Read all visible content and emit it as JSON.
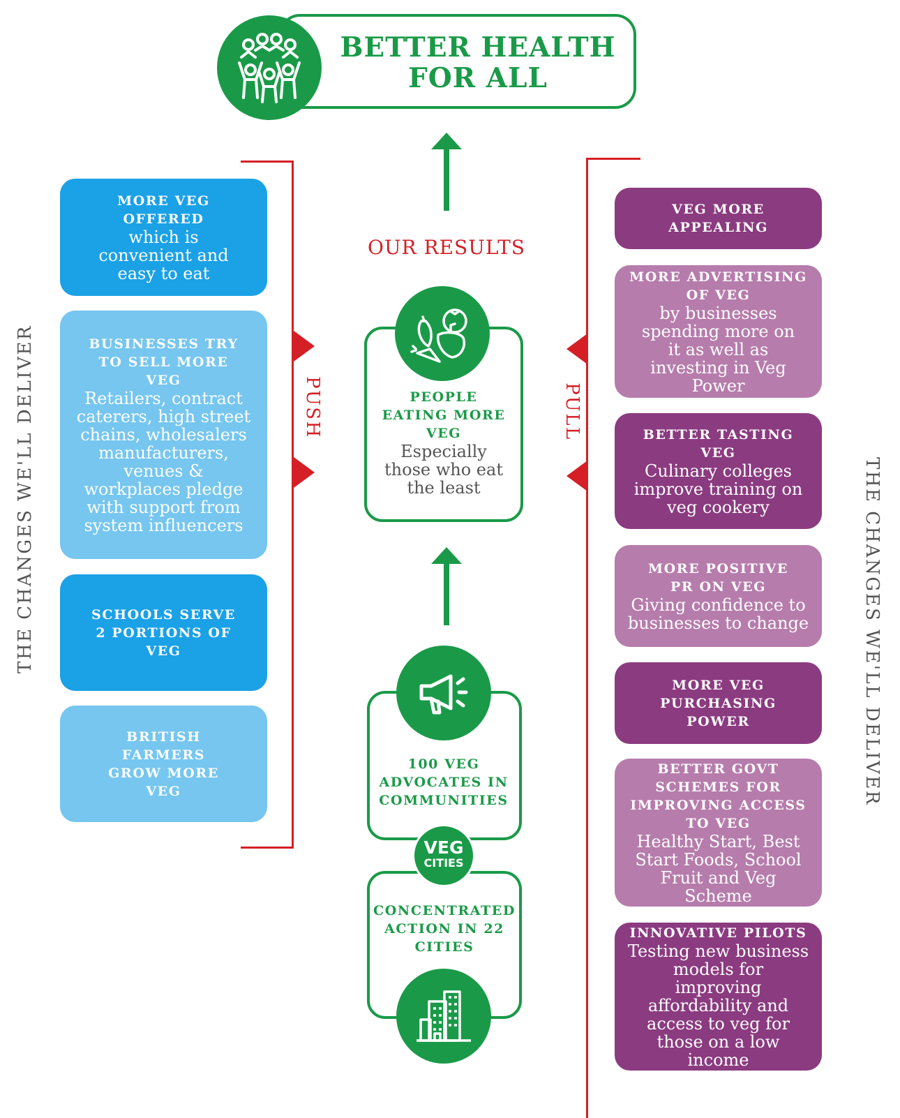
{
  "goal": {
    "line1": "BETTER HEALTH",
    "line2": "FOR ALL"
  },
  "our_results_label": "OUR RESULTS",
  "push_label": "PUSH",
  "pull_label": "PULL",
  "side_title_left": "THE CHANGES WE'LL DELIVER",
  "side_title_right": "THE CHANGES WE'LL DELIVER",
  "result": {
    "heading": "PEOPLE EATING MORE VEG",
    "body": "Especially those who eat the least"
  },
  "advocates": {
    "heading": "100 VEG ADVOCATES IN COMMUNITIES"
  },
  "veg_cities_badge": {
    "line1": "VEG",
    "line2": "CITIES"
  },
  "concentrated": {
    "heading": "CONCENTRATED ACTION IN 22 CITIES"
  },
  "left_boxes": [
    {
      "heading": "MORE VEG OFFERED",
      "body": "which is convenient and easy to eat",
      "color": "#1ba1e6"
    },
    {
      "heading": "BUSINESSES TRY TO SELL MORE VEG",
      "body": "Retailers, contract caterers, high street chains, wholesalers manufacturers, venues & workplaces pledge with support from system influencers",
      "color": "#76c6ef"
    },
    {
      "heading": "SCHOOLS SERVE 2 PORTIONS OF VEG",
      "body": "",
      "color": "#1ba1e6"
    },
    {
      "heading": "BRITISH FARMERS GROW MORE VEG",
      "body": "",
      "color": "#76c6ef"
    }
  ],
  "right_boxes": [
    {
      "heading": "VEG MORE APPEALING",
      "body": "",
      "color": "#8b3b80"
    },
    {
      "heading": "MORE ADVERTISING OF VEG",
      "body": "by businesses spending more on it as well as investing in Veg Power",
      "color": "#b67cac"
    },
    {
      "heading": "BETTER TASTING VEG",
      "body": "Culinary colleges improve training on veg cookery",
      "color": "#8b3b80"
    },
    {
      "heading": "MORE POSITIVE PR ON VEG",
      "body": "Giving confidence to businesses to change",
      "color": "#b67cac"
    },
    {
      "heading": "MORE VEG PURCHASING POWER",
      "body": "",
      "color": "#8b3b80"
    },
    {
      "heading": "BETTER GOVT SCHEMES FOR IMPROVING ACCESS TO VEG",
      "body": "Healthy Start, Best Start Foods, School Fruit and Veg Scheme",
      "color": "#b67cac"
    },
    {
      "heading": "INNOVATIVE PILOTS",
      "body": "Testing new business models for improving affordability and access to veg for those on a low income",
      "color": "#8b3b80"
    }
  ],
  "icons": [
    "people-celebrating-icon",
    "vegetables-icon",
    "megaphone-icon",
    "city-buildings-icon"
  ],
  "colors": {
    "green": "#1a9a48",
    "red": "#d41f26",
    "blue": "#1ba1e6",
    "light_blue": "#76c6ef",
    "purple": "#8b3b80",
    "light_purple": "#b67cac"
  }
}
